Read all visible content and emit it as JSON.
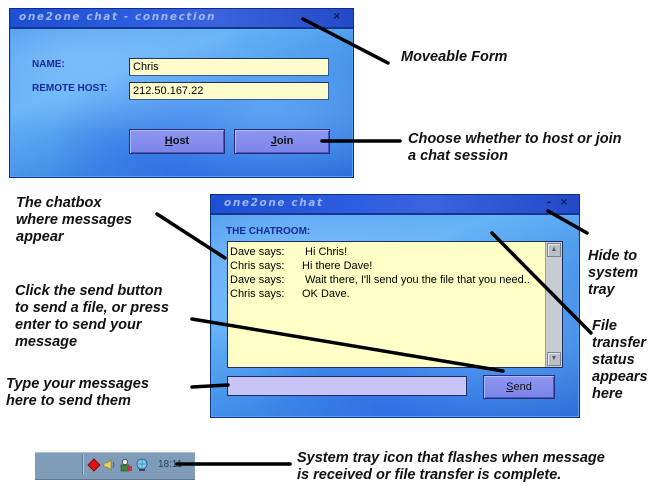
{
  "connection_window": {
    "title": "one2one chat - connection",
    "close_glyph": "×",
    "name_label": "NAME:",
    "name_value": "Chris",
    "remote_host_label": "REMOTE HOST:",
    "remote_host_value": "212.50.167.22",
    "host_button": {
      "accesskey": "H",
      "rest": "ost"
    },
    "join_button": {
      "accesskey": "J",
      "rest": "oin"
    }
  },
  "chat_window": {
    "title": "one2one chat",
    "minimize_glyph": "-",
    "close_glyph": "×",
    "chatroom_label": "THE CHATROOM:",
    "messages": [
      {
        "who": "Dave says:",
        "text": "Hi Chris!"
      },
      {
        "who": "Chris says:",
        "text": "Hi there Dave!"
      },
      {
        "who": "Dave says:",
        "text": "Wait there, I'll send you the file that you need.."
      },
      {
        "who": "Chris says:",
        "text": "OK Dave."
      }
    ],
    "scroll_up_glyph": "▲",
    "scroll_down_glyph": "▼",
    "message_input_value": "",
    "send_button": {
      "accesskey": "S",
      "rest": "end"
    }
  },
  "tray": {
    "icons": [
      "red-diamond-app-icon",
      "speaker-volume-icon",
      "network-users-icon",
      "globe-monitor-icon"
    ],
    "clock": "18:11"
  },
  "annotations": {
    "moveable_form": "Moveable Form",
    "choose_host_join": "Choose whether to host or join\na chat session",
    "chatbox": "The chatbox\nwhere messages\nappear",
    "send_button": "Click the send button\nto send a file, or press\nenter to send your\nmessage",
    "type_messages": "Type your messages\nhere to send them",
    "hide_tray": "Hide to\nsystem\ntray",
    "file_transfer": "File\ntransfer\nstatus\nappears\nhere",
    "system_tray": "System tray icon that flashes when message\nis received or file transfer is complete."
  },
  "colors": {
    "window_blue": "#3d8ee8",
    "title_blue": "#2e5ee0",
    "field_yellow": "#fffccc",
    "button_violet": "#8d97f0",
    "label_navy": "#1a2a9a"
  }
}
